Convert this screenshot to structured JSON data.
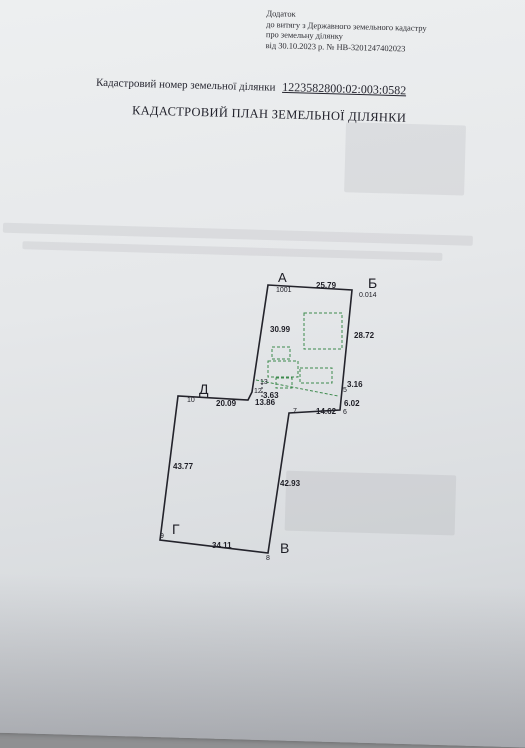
{
  "header_note": {
    "line1": "Додаток",
    "line2": "до витягу з Державного земельного кадастру",
    "line3": "про земельну ділянку",
    "line4": "від 30.10.2023 р. № НВ-3201247402023"
  },
  "cadastral": {
    "label": "Кадастровий номер земельної ділянки",
    "number": "1223582800:02:003:0582"
  },
  "title": "КАДАСТРОВИЙ ПЛАН ЗЕМЕЛЬНОЇ ДІЛЯНКИ",
  "plan": {
    "corner_letters": {
      "a": "А",
      "b": "Б",
      "v": "В",
      "g": "Г",
      "d": "Д"
    },
    "point_numbers": {
      "p1": "1001",
      "p2": "0.014",
      "p3": "10",
      "p4": "9",
      "p5": "8",
      "p6": "7",
      "p7": "6",
      "p8": "5",
      "p9": "13",
      "p10": "12"
    },
    "side_lengths": {
      "top": "25.79",
      "right_upper": "28.72",
      "left_upper": "30.99",
      "right_small": "3.16",
      "right_small2": "6.02",
      "step": "14.62",
      "inner_a": "3.63",
      "inner_b": "13.86",
      "dd_top": "20.09",
      "left_long": "43.77",
      "middle_long": "42.93",
      "bottom": "34.11"
    },
    "colors": {
      "boundary": "#23232b",
      "building": "#3c8a4c"
    }
  }
}
